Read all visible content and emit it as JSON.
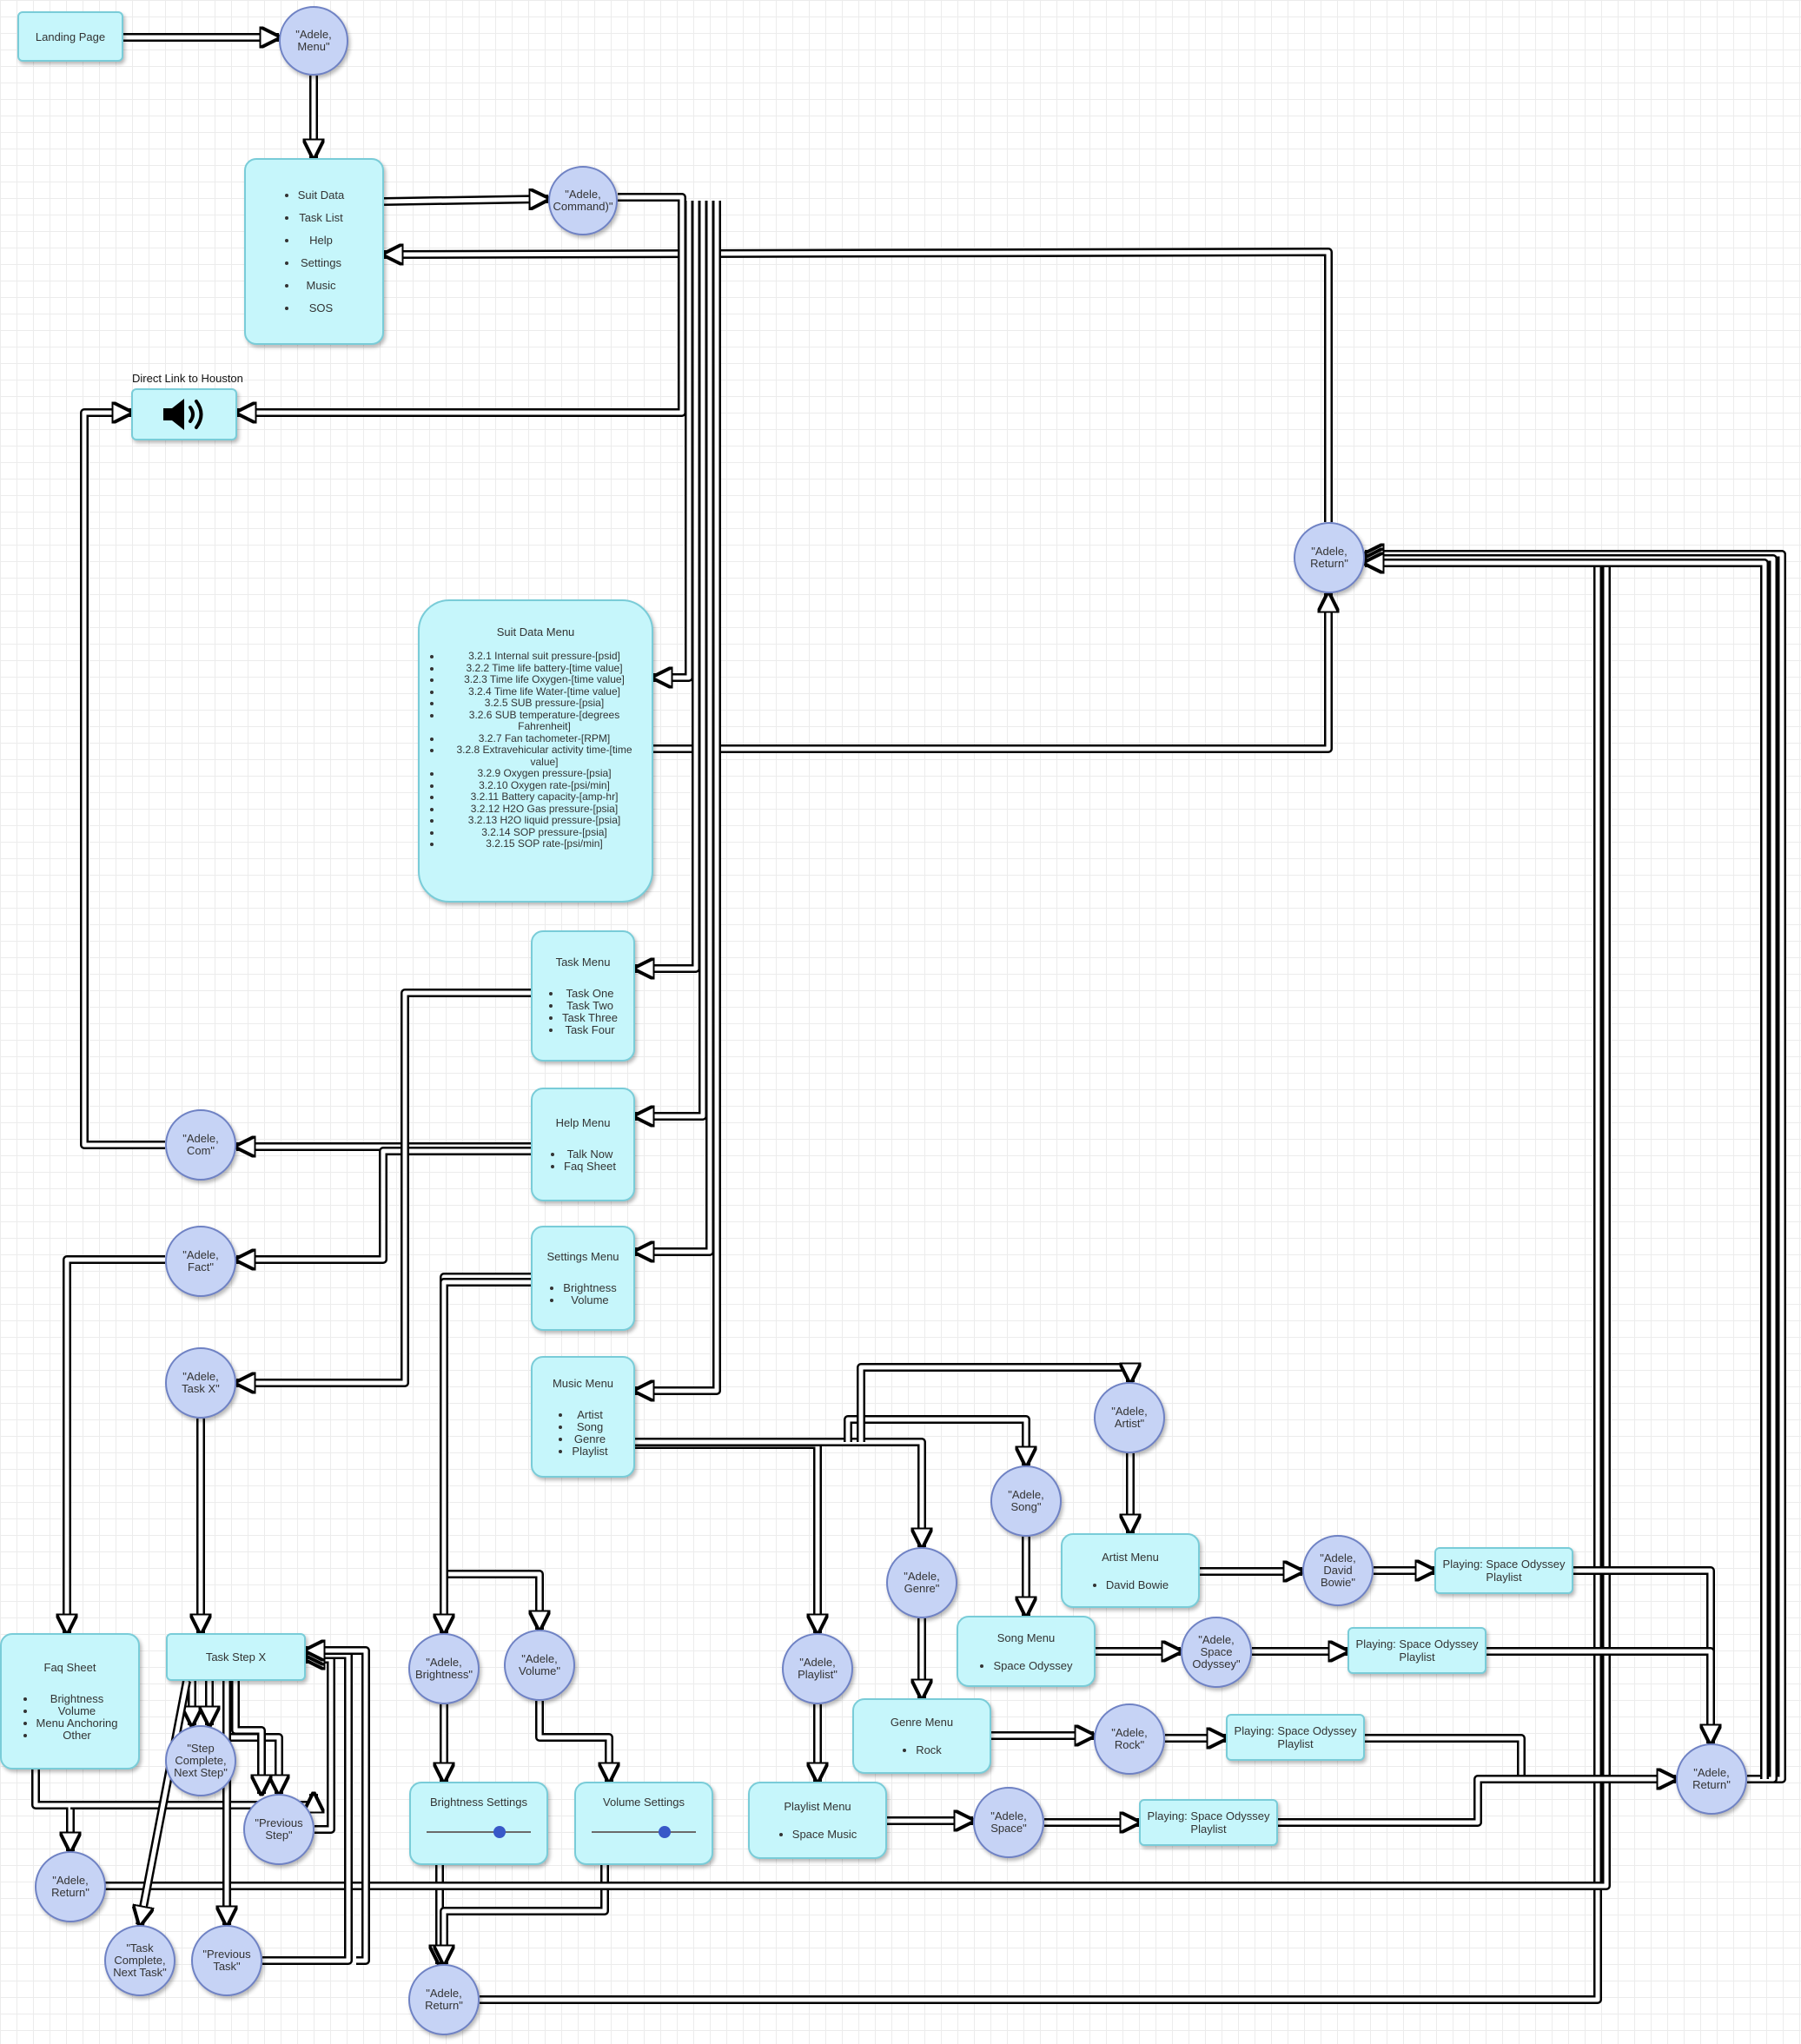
{
  "speaker_label": "Direct Link to Houston",
  "boxes": {
    "landing": "Landing Page",
    "main_menu": [
      "Suit Data",
      "Task List",
      "Help",
      "Settings",
      "Music",
      "SOS"
    ],
    "suit_data": {
      "title": "Suit Data Menu",
      "items": [
        "3.2.1 Internal suit pressure-[psid]",
        "3.2.2 Time life battery-[time value]",
        "3.2.3 Time life Oxygen-[time value]",
        "3.2.4 Time life Water-[time value]",
        "3.2.5 SUB pressure-[psia]",
        "3.2.6 SUB temperature-[degrees Fahrenheit]",
        "3.2.7 Fan tachometer-[RPM]",
        "3.2.8 Extravehicular activity time-[time value]",
        "3.2.9 Oxygen pressure-[psia]",
        "3.2.10 Oxygen rate-[psi/min]",
        "3.2.11 Battery capacity-[amp-hr]",
        "3.2.12 H2O Gas pressure-[psia]",
        "3.2.13 H2O liquid pressure-[psia]",
        "3.2.14 SOP pressure-[psia]",
        "3.2.15 SOP rate-[psi/min]"
      ]
    },
    "task_menu": {
      "title": "Task Menu",
      "items": [
        "Task One",
        "Task Two",
        "Task Three",
        "Task Four"
      ]
    },
    "help_menu": {
      "title": "Help Menu",
      "items": [
        "Talk Now",
        "Faq Sheet"
      ]
    },
    "settings_menu": {
      "title": "Settings Menu",
      "items": [
        "Brightness",
        "Volume"
      ]
    },
    "music_menu": {
      "title": "Music Menu",
      "items": [
        "Artist",
        "Song",
        "Genre",
        "Playlist"
      ]
    },
    "faq_sheet": {
      "title": "Faq Sheet",
      "items": [
        "Brightness",
        "Volume",
        "Menu Anchoring",
        "Other"
      ]
    },
    "task_step": "Task Step X",
    "brightness_settings": {
      "title": "Brightness Settings",
      "level": 0.7
    },
    "volume_settings": {
      "title": "Volume Settings",
      "level": 0.7
    },
    "artist_menu": {
      "title": "Artist Menu",
      "items": [
        "David Bowie"
      ]
    },
    "song_menu": {
      "title": "Song Menu",
      "items": [
        "Space Odyssey"
      ]
    },
    "genre_menu": {
      "title": "Genre Menu",
      "items": [
        "Rock"
      ]
    },
    "playlist_menu": {
      "title": "Playlist Menu",
      "items": [
        "Space Music"
      ]
    },
    "playing_1": "Playing: Space Odyssey Playlist",
    "playing_2": "Playing: Space Odyssey Playlist",
    "playing_3": "Playing: Space Odyssey Playlist",
    "playing_4": "Playing: Space Odyssey Playlist"
  },
  "commands": {
    "menu": "\"Adele, Menu\"",
    "command": "\"Adele, Command)\"",
    "return_top": "\"Adele, Return\"",
    "com": "\"Adele, Com\"",
    "fact": "\"Adele, Fact\"",
    "task_x": "\"Adele, Task X\"",
    "step_complete": "\"Step Complete, Next Step\"",
    "previous_step": "\"Previous Step\"",
    "return_left": "\"Adele, Return\"",
    "task_complete": "\"Task Complete, Next Task\"",
    "previous_task": "\"Previous Task\"",
    "brightness": "\"Adele, Brightness\"",
    "volume": "\"Adele, Volume\"",
    "return_bottom": "\"Adele, Return\"",
    "playlist": "\"Adele, Playlist\"",
    "genre": "\"Adele, Genre\"",
    "song": "\"Adele, Song\"",
    "artist": "\"Adele, Artist\"",
    "david_bowie": "\"Adele, David Bowie\"",
    "space_odyssey": "\"Adele, Space Odyssey\"",
    "rock": "\"Adele, Rock\"",
    "space": "\"Adele, Space\"",
    "return_right": "\"Adele, Return\""
  }
}
